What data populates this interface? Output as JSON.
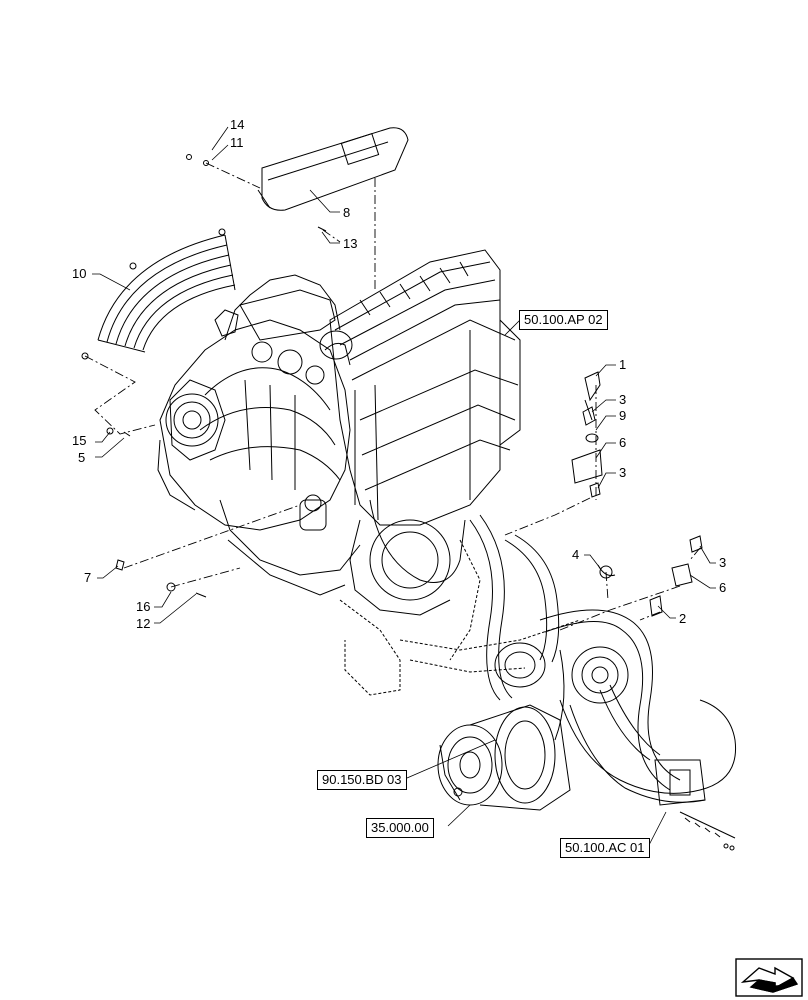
{
  "callouts": {
    "c1": "1",
    "c2": "2",
    "c3a": "3",
    "c3b": "3",
    "c3c": "3",
    "c4": "4",
    "c5": "5",
    "c6a": "6",
    "c6b": "6",
    "c7": "7",
    "c8": "8",
    "c9": "9",
    "c10": "10",
    "c11": "11",
    "c12": "12",
    "c13": "13",
    "c14": "14",
    "c15": "15",
    "c16": "16"
  },
  "refs": {
    "ap02": "50.100.AP 02",
    "bd03": "90.150.BD 03",
    "m35000": "35.000.00",
    "ac01": "50.100.AC 01"
  },
  "icons": {
    "nav": "previous-page-arrow-icon"
  }
}
